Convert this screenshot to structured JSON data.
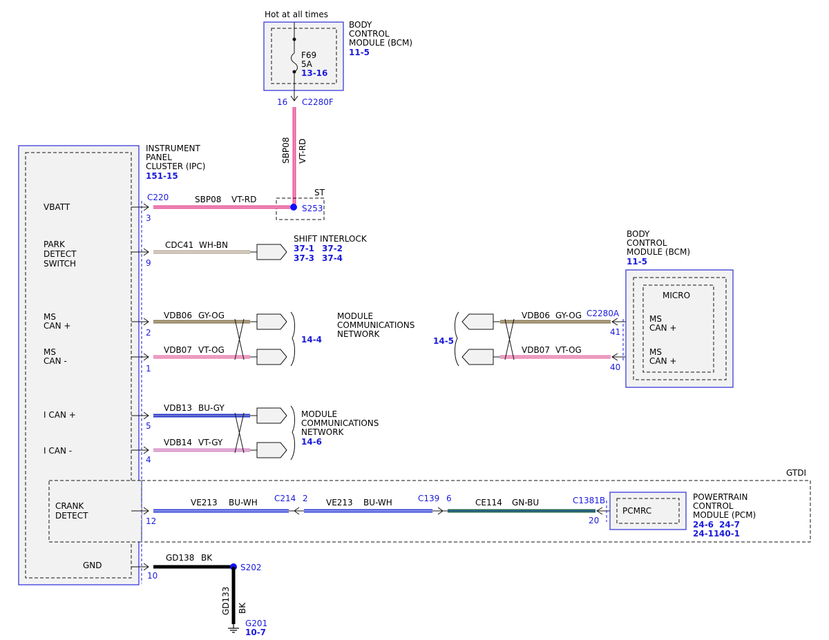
{
  "hot_label": "Hot at all times",
  "bcm_top": {
    "lines": [
      "BODY",
      "CONTROL",
      "MODULE (BCM)"
    ],
    "ref": "11-5",
    "fuse": {
      "id": "F69",
      "rating": "5A",
      "ref": "13-16"
    },
    "pin": "16",
    "connector": "C2280F"
  },
  "ipc": {
    "lines": [
      "INSTRUMENT",
      "PANEL",
      "CLUSTER (IPC)"
    ],
    "ref": "151-15",
    "connector": "C220",
    "pins": {
      "vbatt": {
        "label": [
          "VBATT"
        ],
        "pin": "3"
      },
      "park": {
        "label": [
          "PARK",
          "DETECT",
          "SWITCH"
        ],
        "pin": "9"
      },
      "mscanp": {
        "label": [
          "MS",
          "CAN +"
        ],
        "pin": "2"
      },
      "mscanm": {
        "label": [
          "MS",
          "CAN -"
        ],
        "pin": "1"
      },
      "icanp": {
        "label": [
          "I CAN +"
        ],
        "pin": "5"
      },
      "icanm": {
        "label": [
          "I CAN -"
        ],
        "pin": "4"
      },
      "crank": {
        "label": [
          "CRANK",
          "DETECT"
        ],
        "pin": "12"
      },
      "gnd": {
        "label": [
          "GND"
        ],
        "pin": "10"
      }
    }
  },
  "wires": {
    "sbp08_v": {
      "circuit": "SBP08",
      "color": "VT-RD"
    },
    "sbp08_h": {
      "circuit": "SBP08",
      "color": "VT-RD"
    },
    "cdc41": {
      "circuit": "CDC41",
      "color": "WH-BN"
    },
    "vdb06_l": {
      "circuit": "VDB06",
      "color": "GY-OG"
    },
    "vdb07_l": {
      "circuit": "VDB07",
      "color": "VT-OG"
    },
    "vdb13": {
      "circuit": "VDB13",
      "color": "BU-GY"
    },
    "vdb14": {
      "circuit": "VDB14",
      "color": "VT-GY"
    },
    "ve213_a": {
      "circuit": "VE213",
      "color": "BU-WH"
    },
    "ve213_b": {
      "circuit": "VE213",
      "color": "BU-WH"
    },
    "ce114": {
      "circuit": "CE114",
      "color": "GN-BU"
    },
    "vdb06_r": {
      "circuit": "VDB06",
      "color": "GY-OG"
    },
    "vdb07_r": {
      "circuit": "VDB07",
      "color": "VT-OG"
    },
    "gd138": {
      "circuit": "GD138",
      "color": "BK"
    },
    "gd133": {
      "circuit": "GD133",
      "color": "BK"
    }
  },
  "splice_s253": {
    "name": "S253",
    "tag": "ST"
  },
  "splice_s202": {
    "name": "S202"
  },
  "shift_interlock": {
    "title": "SHIFT INTERLOCK",
    "refs": [
      "37-1",
      "37-2",
      "37-3",
      "37-4"
    ]
  },
  "mcn_ms": {
    "lines": [
      "MODULE",
      "COMMUNICATIONS",
      "NETWORK"
    ],
    "ref_left": "14-4",
    "ref_right": "14-5"
  },
  "mcn_i": {
    "lines": [
      "MODULE",
      "COMMUNICATIONS",
      "NETWORK"
    ],
    "ref": "14-6"
  },
  "bcm_right": {
    "lines": [
      "BODY",
      "CONTROL",
      "MODULE (BCM)"
    ],
    "ref": "11-5",
    "micro": "MICRO",
    "connector": "C2280A",
    "pin_top": "41",
    "pin_bottom": "40",
    "lbl_top": [
      "MS",
      "CAN +"
    ],
    "lbl_bottom": [
      "MS",
      "CAN +"
    ]
  },
  "inline": {
    "c214": "C214",
    "c214_pin": "2",
    "c139": "C139",
    "c139_pin": "6"
  },
  "gtdi": "GTDI",
  "pcm": {
    "lines": [
      "POWERTRAIN",
      "CONTROL",
      "MODULE (PCM)"
    ],
    "refs": [
      "24-6",
      "24-7",
      "24-11",
      "40-1"
    ],
    "inner": "PCMRC",
    "connector": "C1381B",
    "pin": "20"
  },
  "ground": {
    "name": "G201",
    "ref": "10-7"
  },
  "colors": {
    "vt_rd": "#e8589a",
    "wh_bn": "#b8a898",
    "gy_og": "#8a7b5c",
    "vt_og": "#e87fb0",
    "bu_gy": "#2233cc",
    "vt_gy": "#d98cc8",
    "bu_wh": "#2a3ad4",
    "gn_bu": "#1f6a4a",
    "bk": "#000000",
    "splice": "#1010ff"
  }
}
